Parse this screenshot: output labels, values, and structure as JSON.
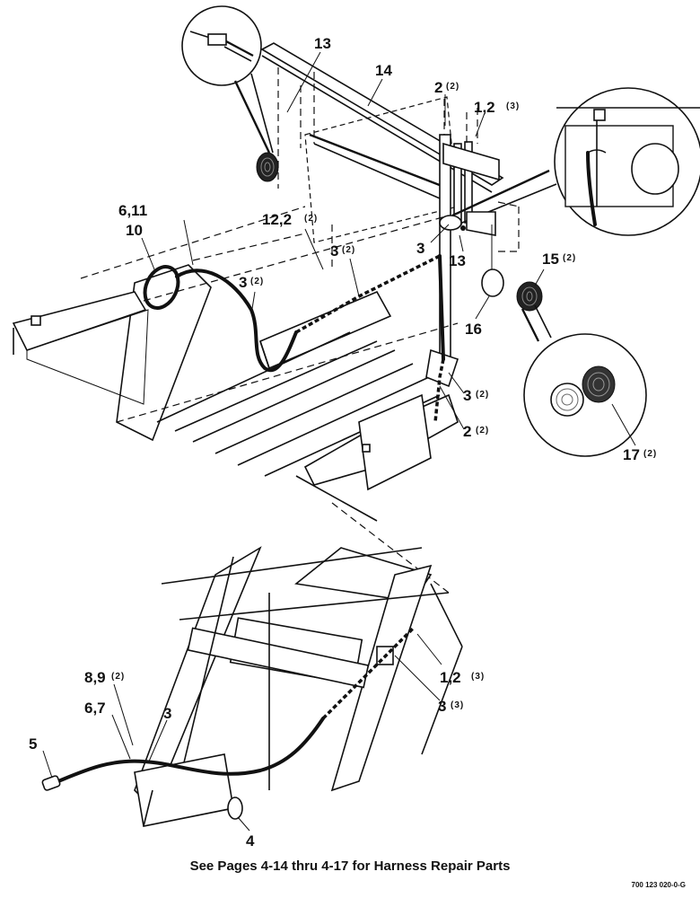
{
  "callouts": {
    "c13_top": "13",
    "c14": "14",
    "c2_top": "2",
    "c2_top_qty": "(2)",
    "c12_top": "1,2",
    "c12_top_qty": "(3)",
    "c611_top": "6,11",
    "c10": "10",
    "c122": "12,2",
    "c122_qty": "(2)",
    "c3_mid": "3",
    "c3_mid_qty": "(2)",
    "c3_left": "3",
    "c3_left_qty": "(2)",
    "c3_bracket": "3",
    "c13_mid": "13",
    "c15": "15",
    "c15_qty": "(2)",
    "c16": "16",
    "c3_lower": "3",
    "c3_lower_qty": "(2)",
    "c2_lower": "2",
    "c2_lower_qty": "(2)",
    "c17": "17",
    "c17_qty": "(2)",
    "c89": "8,9",
    "c89_qty": "(2)",
    "c67": "6,7",
    "c3_bottom": "3",
    "c5": "5",
    "c12_bottom": "1,2",
    "c12_bottom_qty": "(3)",
    "c3_bottom_r": "3",
    "c3_bottom_r_qty": "(3)",
    "c4": "4"
  },
  "caption": "See Pages 4-14 thru 4-17 for Harness Repair Parts",
  "figure_code": "700 123 020-0-G"
}
